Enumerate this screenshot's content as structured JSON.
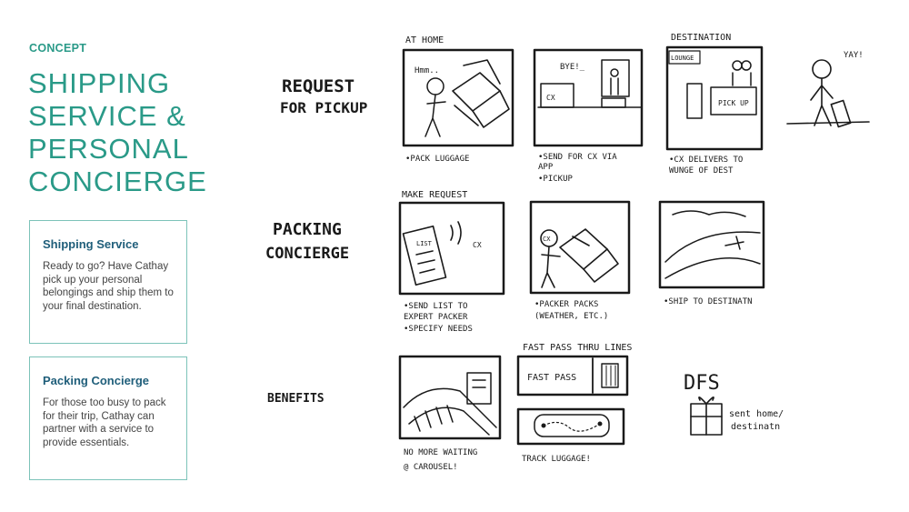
{
  "header": {
    "eyebrow": "CONCEPT",
    "title_lines": [
      "SHIPPING",
      "SERVICE &",
      "PERSONAL",
      "CONCIERGE"
    ]
  },
  "cards": [
    {
      "title": "Shipping Service",
      "body": "Ready to go? Have Cathay pick up your personal belongings and ship them to your final destination."
    },
    {
      "title": "Packing Concierge",
      "body": "For those too busy to pack for their trip, Cathay can partner with a service to provide essentials."
    }
  ],
  "storyboard": {
    "rows": [
      {
        "label_lines": [
          "REQUEST",
          "FOR PICKUP"
        ],
        "frames": [
          {
            "header": "AT HOME",
            "inner": "Hmm..",
            "caption_lines": [
              "•PACK LUGGAGE"
            ]
          },
          {
            "header": "",
            "inner": "BYE!_",
            "inner2": "CX",
            "caption_lines": [
              "•SEND FOR CX VIA",
              " APP",
              "•PICKUP"
            ]
          },
          {
            "header": "DESTINATION",
            "inner": "LOUNGE",
            "inner2": "PICK UP",
            "caption_lines": [
              "•CX DELIVERS TO",
              " WUNGE OF DEST"
            ]
          },
          {
            "header": "",
            "inner": "YAY!",
            "caption_lines": []
          }
        ]
      },
      {
        "label_lines": [
          "PACKING",
          "CONCIERGE"
        ],
        "frames": [
          {
            "header": "MAKE REQUEST",
            "inner": "LIST",
            "inner2": "CX",
            "caption_lines": [
              "•SEND LIST TO",
              " EXPERT PACKER",
              "•SPECIFY NEEDS"
            ]
          },
          {
            "header": "",
            "inner": "CX",
            "caption_lines": [
              "•PACKER PACKS",
              " (WEATHER, ETC.)"
            ]
          },
          {
            "header": "",
            "inner": "",
            "caption_lines": [
              "•SHIP TO DESTINATN"
            ]
          }
        ]
      },
      {
        "label_lines": [
          "BENEFITS"
        ],
        "frames": [
          {
            "header": "",
            "inner": "",
            "caption_lines": [
              "NO MORE WAITING",
              "@ CAROUSEL!"
            ]
          },
          {
            "header": "FAST PASS THRU LINES",
            "inner": "FAST PASS",
            "caption_lines": [
              "TRACK LUGGAGE!"
            ]
          },
          {
            "header": "",
            "inner": "DFS",
            "inner2": "sent home/",
            "inner3": "destinatn",
            "caption_lines": []
          }
        ]
      }
    ]
  },
  "colors": {
    "accent": "#2a9a88",
    "card_title": "#1f5e7a",
    "card_border": "#7cc3b9",
    "ink": "#1a1a1a"
  }
}
